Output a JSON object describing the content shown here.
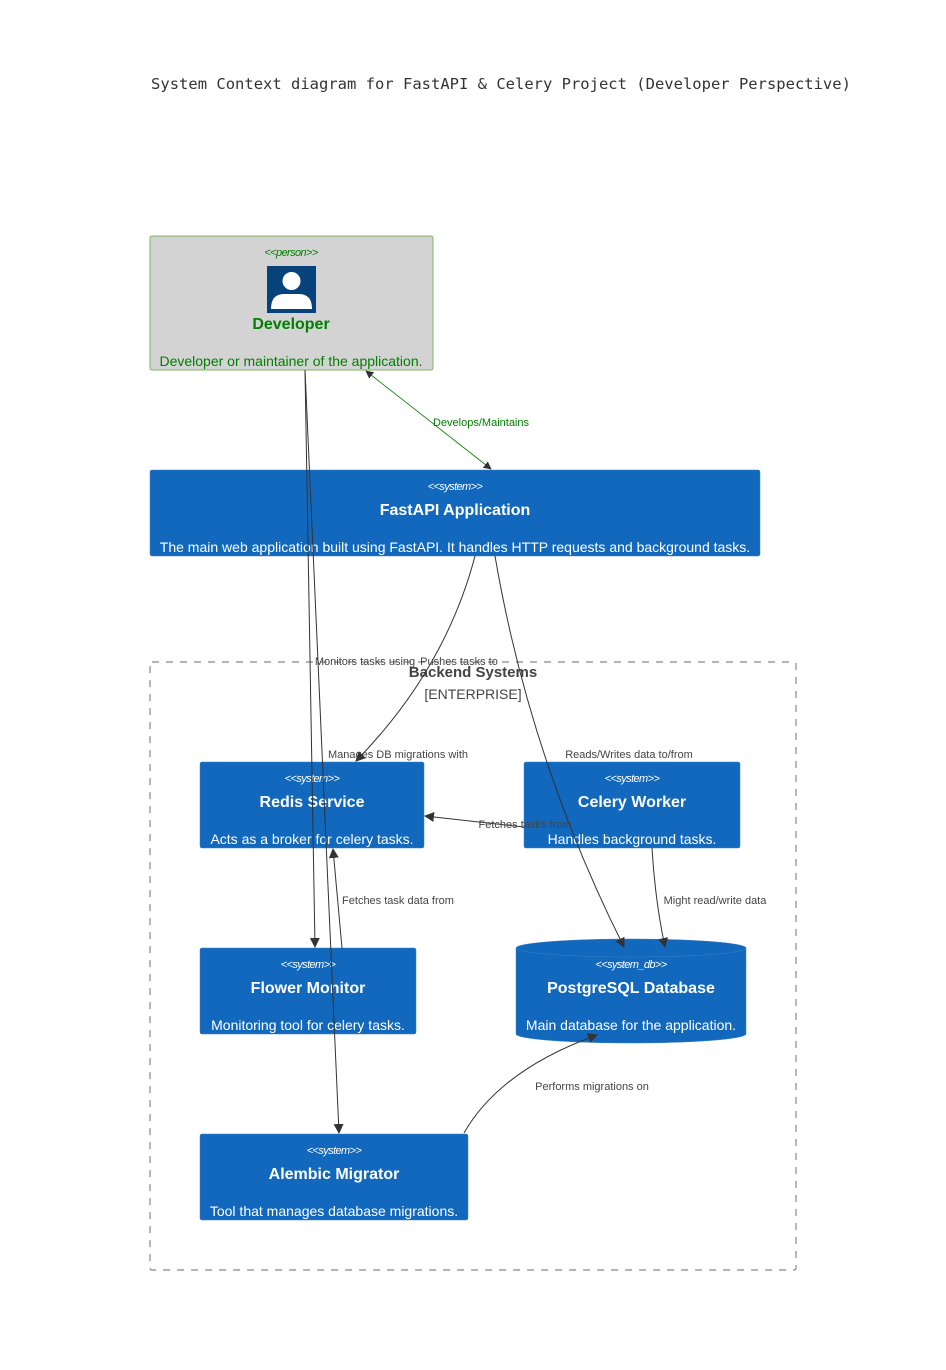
{
  "title": "System Context diagram for FastAPI & Celery Project (Developer Perspective)",
  "colors": {
    "system": "#1168bd",
    "person_bg": "#d3d3d3",
    "person_border": "#82b366",
    "person_text": "#008000",
    "person_icon": "#08427b",
    "boundary": "#888888",
    "relation": "#333333"
  },
  "person": {
    "stereotype": "<<person>>",
    "name": "Developer",
    "description": "Developer or maintainer of the application.",
    "icon": "person-icon"
  },
  "boundary": {
    "name": "Backend Systems",
    "type": "[ENTERPRISE]"
  },
  "systems": {
    "fastapi": {
      "stereotype": "<<system>>",
      "name": "FastAPI Application",
      "description": "The main web application built using FastAPI. It handles HTTP requests and background tasks."
    },
    "redis": {
      "stereotype": "<<system>>",
      "name": "Redis Service",
      "description": "Acts as a broker for celery tasks."
    },
    "celery": {
      "stereotype": "<<system>>",
      "name": "Celery Worker",
      "description": "Handles background tasks."
    },
    "flower": {
      "stereotype": "<<system>>",
      "name": "Flower Monitor",
      "description": "Monitoring tool for celery tasks."
    },
    "postgres": {
      "stereotype": "<<system_db>>",
      "name": "PostgreSQL Database",
      "description": "Main database for the application."
    },
    "alembic": {
      "stereotype": "<<system>>",
      "name": "Alembic Migrator",
      "description": "Tool that manages database migrations."
    }
  },
  "relations": {
    "develops": "Develops/Maintains",
    "monitors": "Monitors tasks using",
    "pushes": "Pushes tasks to",
    "manages": "Manages DB migrations with",
    "reads_writes": "Reads/Writes data to/from",
    "fetches_tasks": "Fetches tasks from",
    "fetches_task_data": "Fetches task data from",
    "might_rw": "Might read/write data",
    "performs_migrations": "Performs migrations on"
  }
}
